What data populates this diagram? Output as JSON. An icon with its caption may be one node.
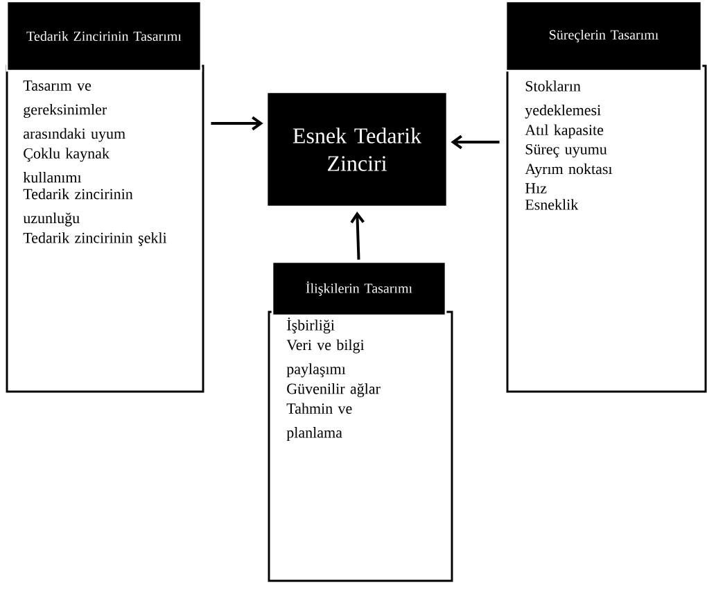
{
  "diagram": {
    "nodes": [
      {
        "text": [
          "Tedarik Zincirinin Tasarımı",
          "Tasarım ve gereksinimler arasındaki uyum",
          "Çoklu kaynak kullanımı",
          "Tedarik zincirinin uzunluğu",
          "Tedarik zincirinin şekli"
        ]
      },
      {
        "text": [
          "Esnek Tedarik Zinciri"
        ]
      },
      {
        "text": [
          "Süreçlerin Tasarımı",
          "Stokların yedeklemesi",
          "Atıl kapasite",
          "Süreç uyumu",
          "Ayrım noktası",
          "Hız",
          "Esneklik"
        ]
      },
      {
        "text": [
          "İlişkilerin Tasarımı",
          "İşbirliği",
          "Veri ve bilgi paylaşımı",
          "Güvenilir ağlar",
          "Tahmin ve planlama"
        ]
      }
    ],
    "edges": [
      {
        "from": 0,
        "to": 1,
        "arrow": "to"
      },
      {
        "from": 2,
        "to": 1,
        "arrow": "to"
      },
      {
        "from": 3,
        "to": 1,
        "arrow": "to"
      }
    ]
  }
}
